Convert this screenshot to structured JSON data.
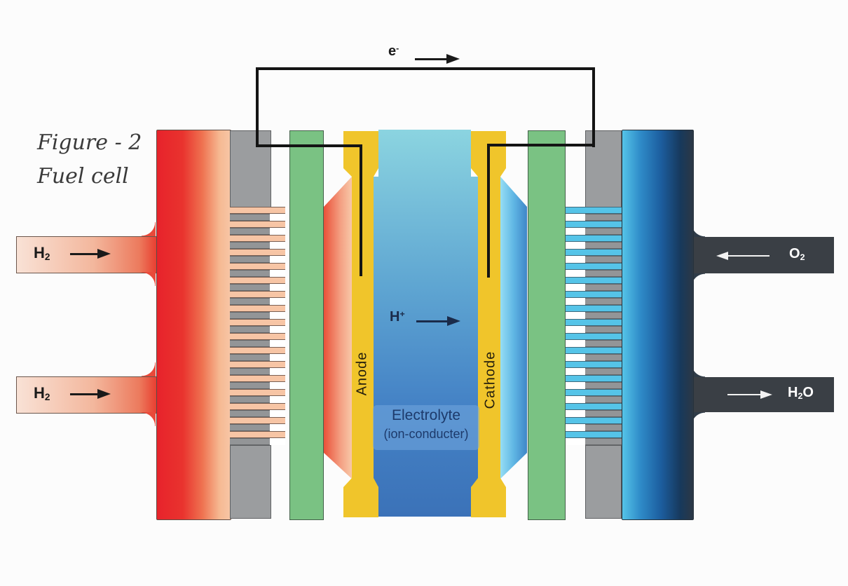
{
  "colors": {
    "red": "#e7232b",
    "peach": "#f7c6a6",
    "yellow": "#f0c52b",
    "green": "#7ac283",
    "gray": "#9b9d9f",
    "cyan": "#55c4e8",
    "electrolyte_top": "#8bd4e0",
    "electrolyte_bottom": "#3b72b8",
    "channel_dark": "#3a3f45",
    "wire": "#141414",
    "label_navy": "#1d3a6b"
  },
  "figure": {
    "caption_line1": "Figure - 2",
    "caption_line2": "Fuel cell"
  },
  "flows": {
    "electron": {
      "base": "e",
      "sup": "-"
    },
    "proton": {
      "base": "H",
      "sup": "+"
    },
    "hydrogen": {
      "base": "H",
      "sub": "2"
    },
    "oxygen": {
      "base": "O",
      "sub": "2"
    },
    "water": {
      "p1": "H",
      "sub": "2",
      "p2": "O"
    }
  },
  "components": {
    "anode": "Anode",
    "cathode": "Cathode",
    "electrolyte_line1": "Electrolyte",
    "electrolyte_line2": "(ion-conducter)"
  }
}
